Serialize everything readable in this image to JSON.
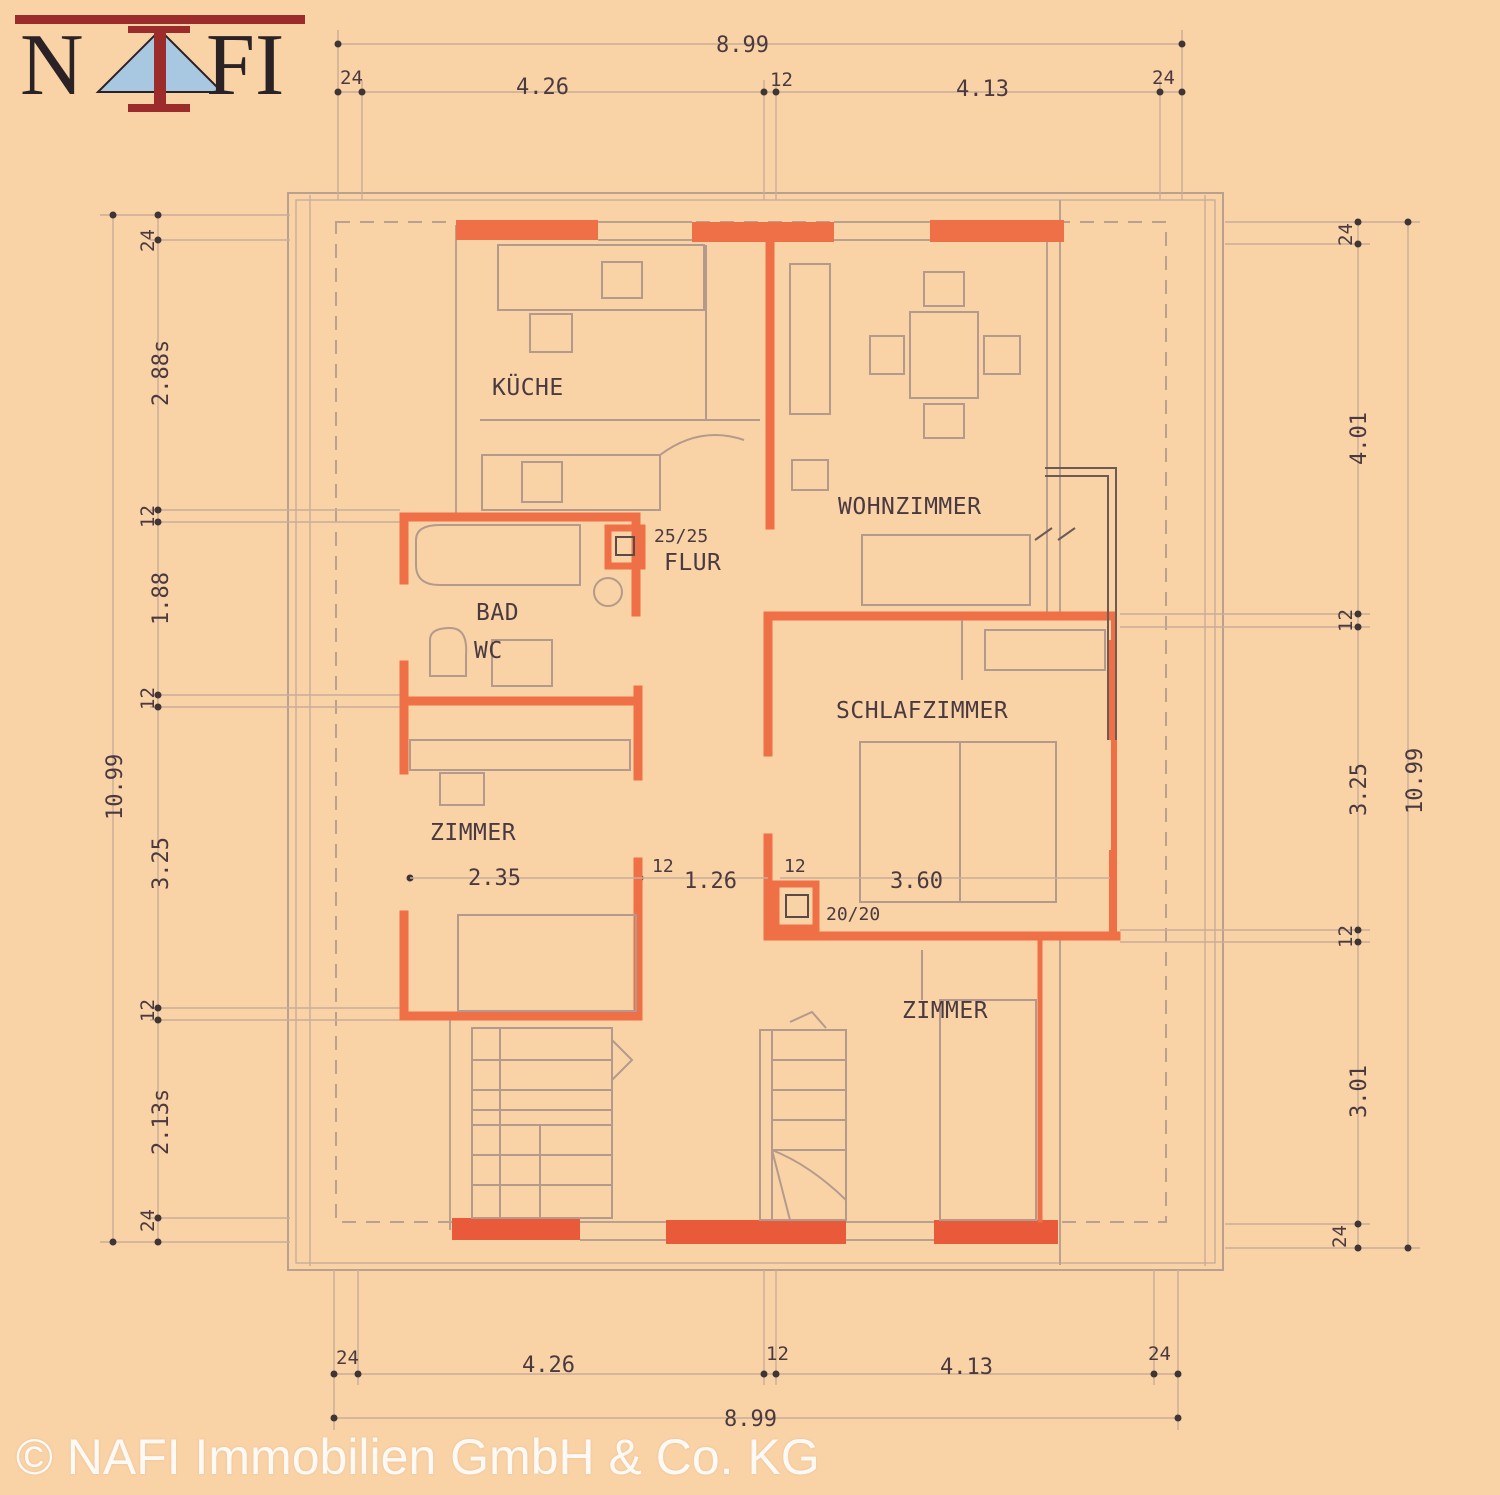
{
  "logo": {
    "text_left": "N",
    "text_right": "FI",
    "colors": {
      "bar": "#9c2b2b",
      "triangle": "#a7c8e0",
      "text": "#2a2225"
    }
  },
  "copyright": "© NAFI Immobilien GmbH & Co. KG",
  "rooms": {
    "kueche": "KÜCHE",
    "wohnzimmer": "WOHNZIMMER",
    "flur": "FLUR",
    "bad": "BAD",
    "wc": "WC",
    "schlafzimmer": "SCHLAFZIMMER",
    "zimmer_left": "ZIMMER",
    "zimmer_right": "ZIMMER"
  },
  "chimneys": {
    "upper": "25/25",
    "lower": "20/20"
  },
  "interior_dims": {
    "zimmer_width": "2.35",
    "flur_width": "1.26",
    "schlaf_width": "3.60",
    "wall_left": "12",
    "wall_right": "12"
  },
  "dims_top": {
    "total": "8.99",
    "outer_left": "24",
    "left": "4.26",
    "mid": "12",
    "right": "4.13",
    "outer_right": "24"
  },
  "dims_bottom": {
    "total": "8.99",
    "outer_left": "24",
    "left": "4.26",
    "mid": "12",
    "right": "4.13",
    "outer_right": "24"
  },
  "dims_left": {
    "total": "10.99",
    "top": "24",
    "a": "2.88s",
    "w1": "12",
    "b": "1.88",
    "w2": "12",
    "c": "3.25",
    "w3": "12",
    "d": "2.13s",
    "bottom": "24"
  },
  "dims_right": {
    "total": "10.99",
    "top": "24",
    "a": "4.01",
    "w1": "12",
    "b": "3.25",
    "w2": "12",
    "c": "3.01",
    "bottom": "24"
  },
  "colors": {
    "paper": "#f9d2a6",
    "wall": "#ef7046",
    "pencil": "#b9a08f",
    "ink": "#4a3a40"
  }
}
